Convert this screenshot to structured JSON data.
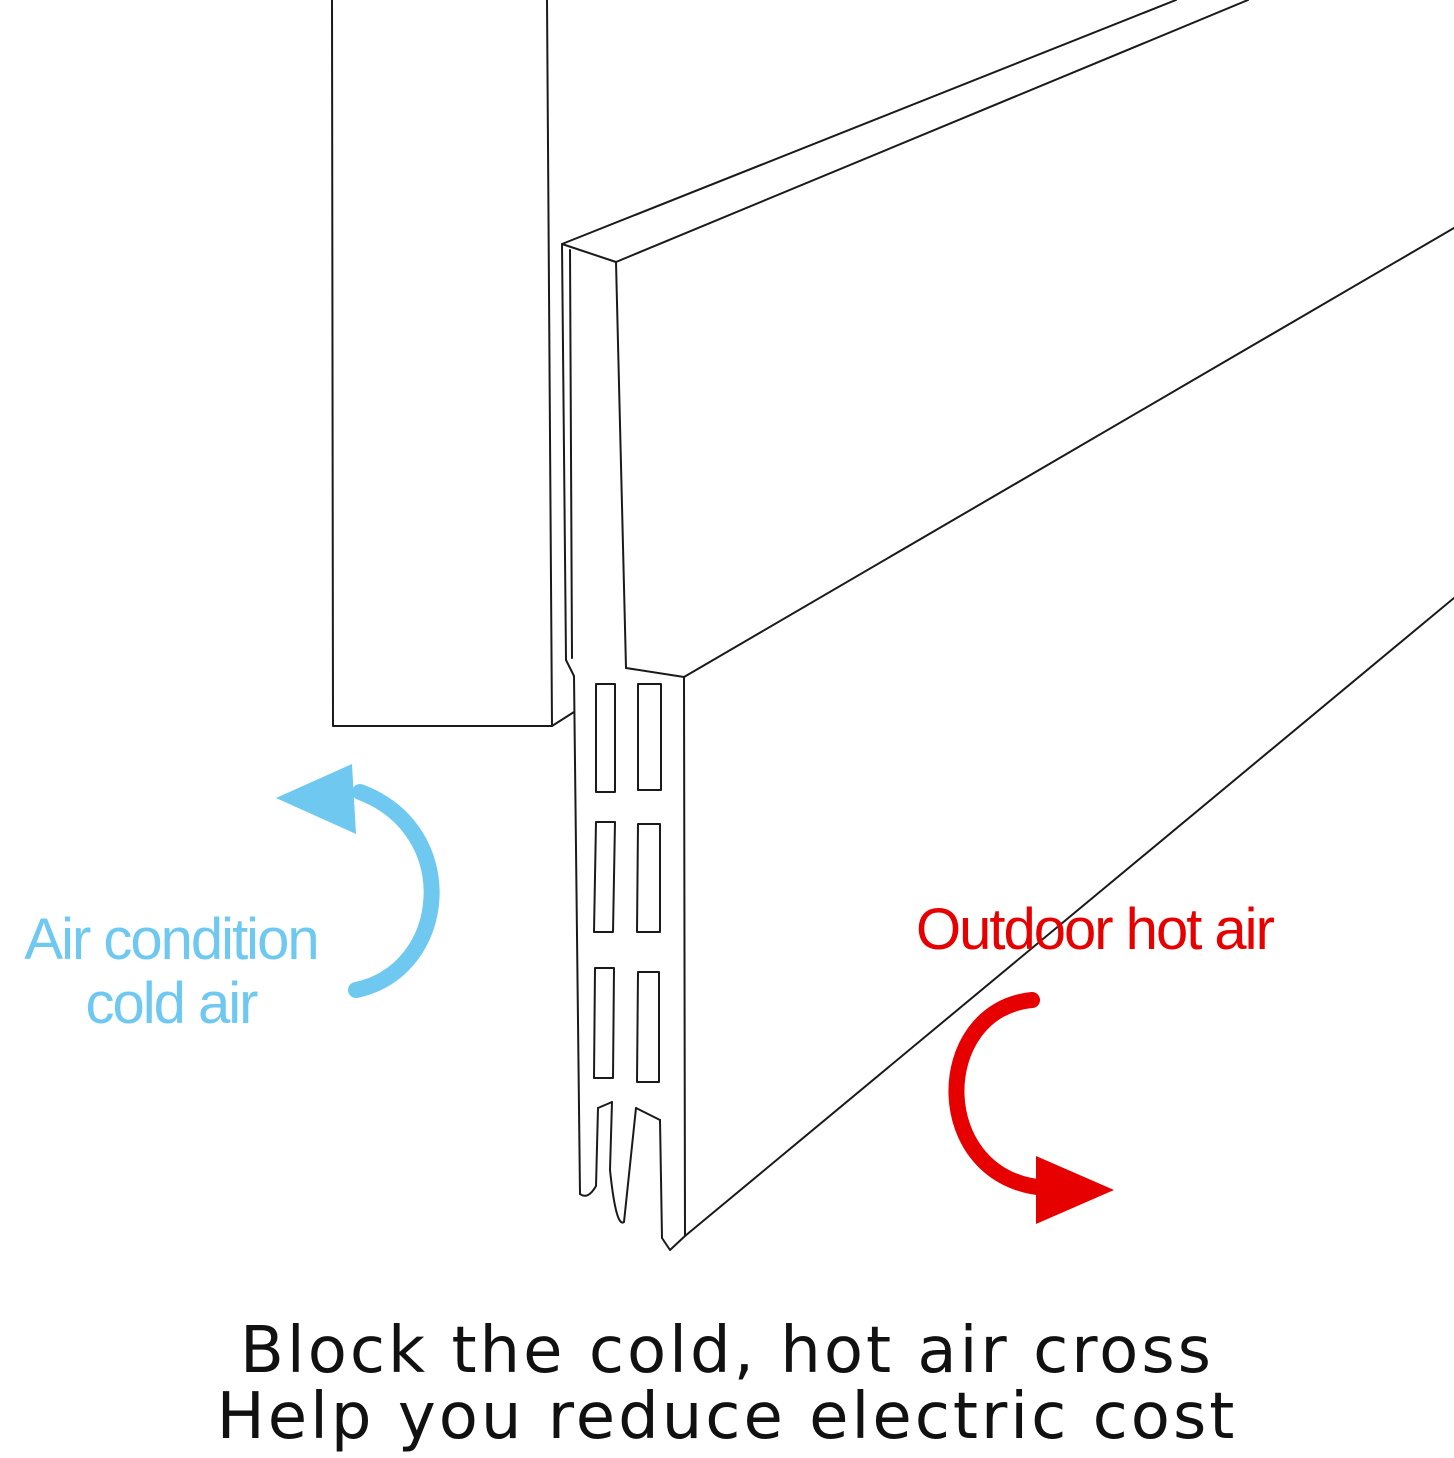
{
  "labels": {
    "cold_line1": "Air condition",
    "cold_line2": "cold air",
    "hot": "Outdoor hot air"
  },
  "caption": {
    "line1": "Block the cold, hot air cross",
    "line2": "Help you reduce electric cost"
  },
  "colors": {
    "cold": "#6fc8f0",
    "hot": "#e60000",
    "outline": "#1a1a1a",
    "text": "#111111"
  },
  "icons": [
    "curved-arrow-up-left-icon",
    "curved-arrow-down-right-icon"
  ]
}
